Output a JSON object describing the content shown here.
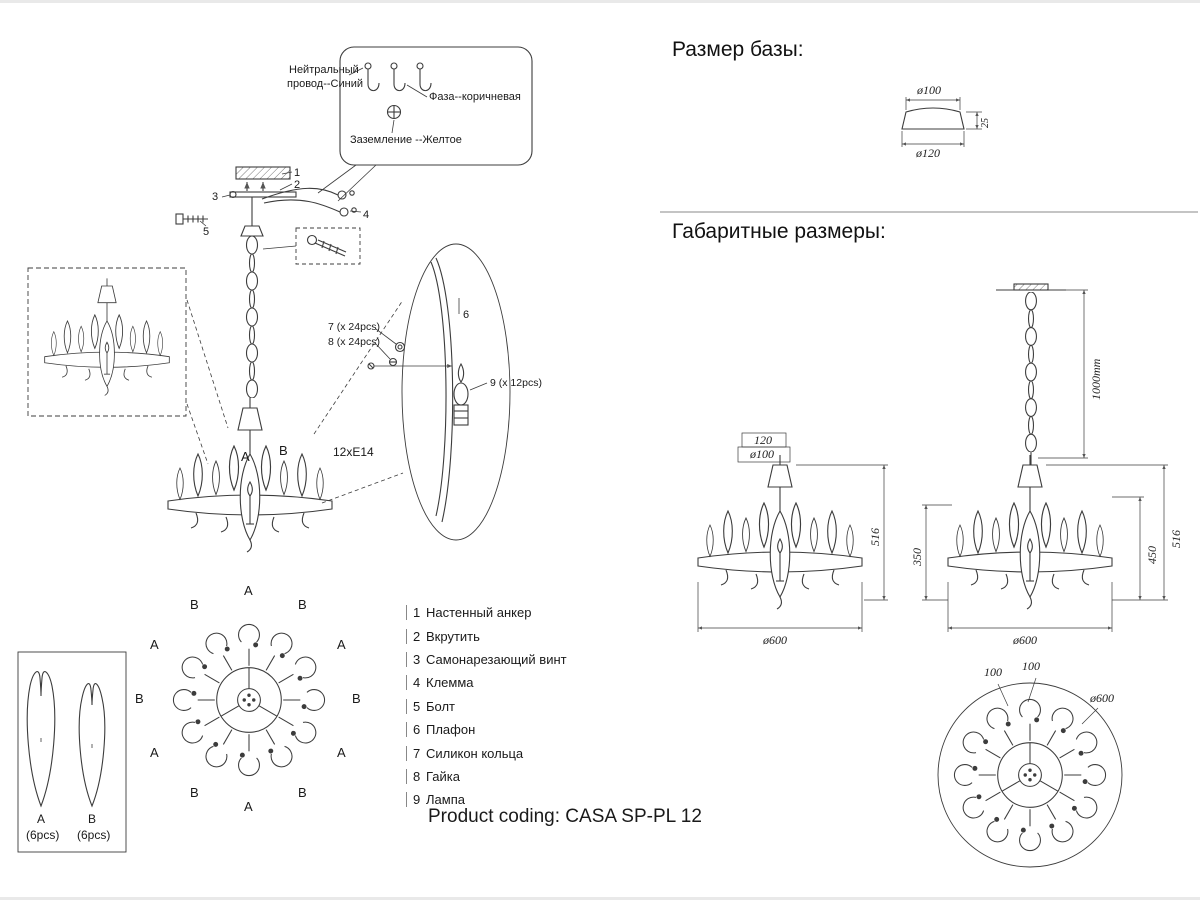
{
  "headings": {
    "base_size": "Размер базы:",
    "overall": "Габаритные размеры:"
  },
  "product_coding": "Product coding: CASA SP-PL 12",
  "wiring": {
    "neutral_line1": "Нейтральный",
    "neutral_line2": "провод--Синий",
    "phase": "Фаза--коричневая",
    "ground": "Заземление --Желтое"
  },
  "callouts": {
    "p1": "1",
    "p2": "2",
    "p3": "3",
    "p4": "4",
    "p5": "5",
    "p6": "6",
    "p7": "7 (x 24pcs)",
    "p8": "8 (x 24pcs)",
    "p9": "9 (x 12pcs)",
    "lamps": "12xE14",
    "a": "A",
    "b": "B"
  },
  "legend": [
    {
      "num": "1",
      "label": "Настенный анкер"
    },
    {
      "num": "2",
      "label": "Вкрутить"
    },
    {
      "num": "3",
      "label": "Самонарезающий винт"
    },
    {
      "num": "4",
      "label": "Клемма"
    },
    {
      "num": "5",
      "label": "Болт"
    },
    {
      "num": "6",
      "label": "Плафон"
    },
    {
      "num": "7",
      "label": "Силикон кольца"
    },
    {
      "num": "8",
      "label": "Гайка"
    },
    {
      "num": "9",
      "label": "Лампа"
    }
  ],
  "plan": {
    "labels": [
      "A",
      "B",
      "B",
      "A",
      "A",
      "B",
      "B",
      "A",
      "A",
      "B",
      "B",
      "A"
    ]
  },
  "shade_box": {
    "a": "A",
    "a_qty": "(6pcs)",
    "b": "B",
    "b_qty": "(6pcs)"
  },
  "dims": {
    "base_top": "ø100",
    "base_bottom": "ø120",
    "base_height": "25",
    "canopy_w": "120",
    "canopy_d": "ø100",
    "height_left": "516",
    "dia_left": "ø600",
    "chain": "1000mm",
    "shade_h": "350",
    "inner_h": "450",
    "height_right": "516",
    "dia_right": "ø600",
    "plan_100a": "100",
    "plan_100b": "100",
    "plan_dia": "ø600"
  }
}
